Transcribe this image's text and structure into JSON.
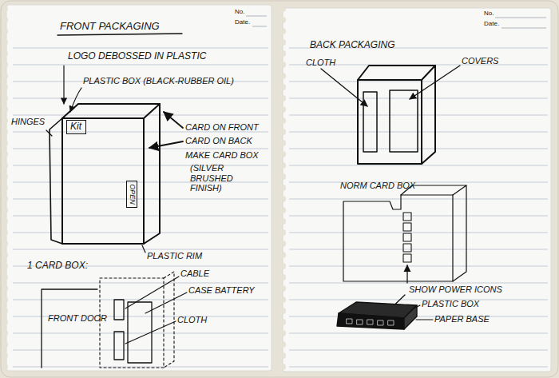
{
  "diagram": {
    "title": "FRONT PACKAGING",
    "nodes": [
      {
        "text": [
          "Kit"
        ]
      },
      {
        "text": [
          "OPEN"
        ]
      }
    ],
    "labels": [
      "No.",
      "Date.",
      "LOGO DEBOSSED IN PLASTIC",
      "PLASTIC BOX (BLACK-RUBBER OIL)",
      "HINGES",
      "CARD ON FRONT",
      "CARD ON BACK",
      "MAKE CARD BOX",
      "(SILVER BRUSHED FINISH)",
      "PLASTIC RIM",
      "1 CARD BOX:",
      "CABLE",
      "CASE BATTERY",
      "FRONT DOOR",
      "CLOTH",
      "No.",
      "Date.",
      "BACK PACKAGING",
      "CLOTH",
      "COVERS",
      "NORM CARD BOX",
      "SHOW POWER ICONS",
      "PLASTIC BOX",
      "PAPER BASE"
    ]
  }
}
